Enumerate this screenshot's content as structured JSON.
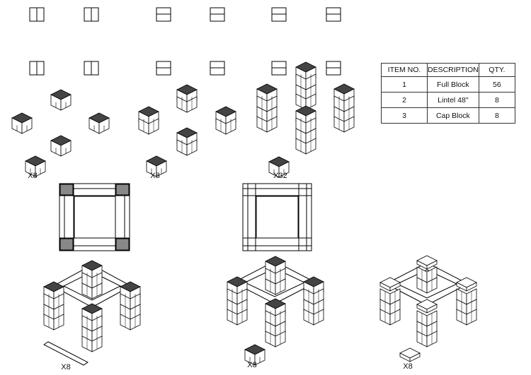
{
  "bom": {
    "headers": {
      "item": "ITEM NO.",
      "description": "DESCRIPTION",
      "qty": "QTY."
    },
    "rows": [
      {
        "item": "1",
        "description": "Full Block",
        "qty": "56"
      },
      {
        "item": "2",
        "description": "Lintel 48\"",
        "qty": "8"
      },
      {
        "item": "3",
        "description": "Cap Block",
        "qty": "8"
      }
    ]
  },
  "step_labels": {
    "step1": "X8",
    "step2": "X8",
    "step3": "X32",
    "step4": "X8",
    "step5": "X8",
    "step6": "X8"
  }
}
